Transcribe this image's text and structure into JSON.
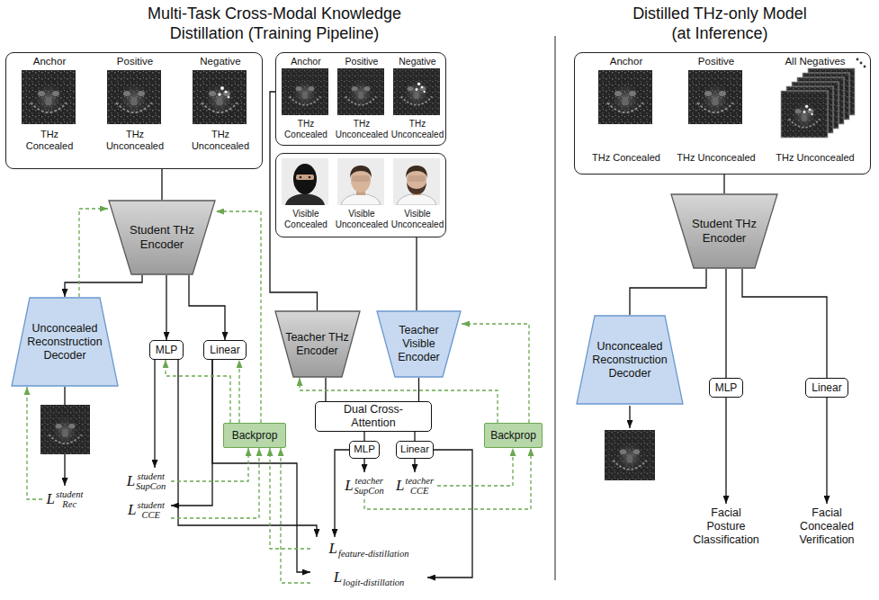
{
  "diagram": {
    "title": "Multi-Task Cross-Modal Knowledge Distillation (Training Pipeline)",
    "nodes": [
      {
        "text": [
          "Anchor",
          "Positive",
          "Negative",
          "THz Concealed",
          "THz Unconcealed",
          "THz Unconcealed"
        ]
      },
      {
        "text": [
          "Anchor",
          "Positive",
          "Negative",
          "THz Concealed",
          "THz Unconcealed",
          "THz Unconcealed"
        ]
      },
      {
        "text": [
          "Visible Concealed",
          "Visible Unconcealed",
          "Visible Unconcealed"
        ]
      },
      {
        "text": [
          "Student THz Encoder"
        ]
      },
      {
        "text": [
          "Unconcealed Reconstruction Decoder"
        ]
      },
      {
        "text": [
          "MLP"
        ]
      },
      {
        "text": [
          "Linear"
        ]
      },
      {
        "text": [
          "Teacher THz Encoder"
        ]
      },
      {
        "text": [
          "Teacher Visible Encoder"
        ]
      },
      {
        "text": [
          "Dual Cross-Attention"
        ]
      },
      {
        "text": [
          "MLP"
        ]
      },
      {
        "text": [
          "Linear"
        ]
      },
      {
        "text": [
          "Backprop"
        ]
      },
      {
        "text": [
          "Backprop"
        ]
      },
      {
        "text": [
          "L",
          "student",
          "Rec"
        ]
      },
      {
        "text": [
          "L",
          "student",
          "SupCon"
        ]
      },
      {
        "text": [
          "L",
          "student",
          "CCE"
        ]
      },
      {
        "text": [
          "L",
          "teacher",
          "SupCon"
        ]
      },
      {
        "text": [
          "L",
          "teacher",
          "CCE"
        ]
      },
      {
        "text": [
          "L",
          "feature-distillation"
        ]
      },
      {
        "text": [
          "L",
          "logit-distillation"
        ]
      },
      {
        "text": [
          "Anchor",
          "Positive",
          "All Negatives",
          "THz Concealed",
          "THz Unconcealed",
          "THz Unconcealed"
        ]
      },
      {
        "text": [
          "Student THz Encoder"
        ]
      },
      {
        "text": [
          "Unconcealed Reconstruction Decoder"
        ]
      },
      {
        "text": [
          "MLP"
        ]
      },
      {
        "text": [
          "Linear"
        ]
      },
      {
        "text": [
          "Facial Posture Classification"
        ]
      },
      {
        "text": [
          "Facial Concealed Verification"
        ]
      }
    ],
    "edges": [
      {
        "from": 0,
        "to": 3,
        "arrow": "none"
      },
      {
        "from": 1,
        "to": 7,
        "arrow": "none"
      },
      {
        "from": 2,
        "to": 8,
        "arrow": "none"
      },
      {
        "from": 3,
        "to": 4,
        "arrow": "to"
      },
      {
        "from": 3,
        "to": 5,
        "arrow": "to"
      },
      {
        "from": 3,
        "to": 6,
        "arrow": "to"
      },
      {
        "from": 4,
        "to": 14,
        "arrow": "to"
      },
      {
        "from": 5,
        "to": 15,
        "arrow": "to"
      },
      {
        "from": 5,
        "to": 19,
        "arrow": "to"
      },
      {
        "from": 6,
        "to": 16,
        "arrow": "to"
      },
      {
        "from": 6,
        "to": 20,
        "arrow": "to"
      },
      {
        "from": 7,
        "to": 9,
        "arrow": "none"
      },
      {
        "from": 8,
        "to": 9,
        "arrow": "none"
      },
      {
        "from": 9,
        "to": 10,
        "arrow": "none"
      },
      {
        "from": 9,
        "to": 11,
        "arrow": "none"
      },
      {
        "from": 10,
        "to": 17,
        "arrow": "to"
      },
      {
        "from": 10,
        "to": 19,
        "arrow": "to"
      },
      {
        "from": 11,
        "to": 18,
        "arrow": "to"
      },
      {
        "from": 11,
        "to": 20,
        "arrow": "to"
      },
      {
        "from": 14,
        "to": 4,
        "arrow": "to"
      },
      {
        "from": 4,
        "to": 3,
        "arrow": "to"
      },
      {
        "from": 15,
        "to": 12,
        "arrow": "to"
      },
      {
        "from": 16,
        "to": 12,
        "arrow": "to"
      },
      {
        "from": 19,
        "to": 12,
        "arrow": "to"
      },
      {
        "from": 20,
        "to": 12,
        "arrow": "to"
      },
      {
        "from": 12,
        "to": 3,
        "arrow": "to"
      },
      {
        "from": 12,
        "to": 5,
        "arrow": "to"
      },
      {
        "from": 12,
        "to": 6,
        "arrow": "to"
      },
      {
        "from": 17,
        "to": 13,
        "arrow": "to"
      },
      {
        "from": 18,
        "to": 13,
        "arrow": "to"
      },
      {
        "from": 13,
        "to": 7,
        "arrow": "to"
      },
      {
        "from": 13,
        "to": 8,
        "arrow": "to"
      },
      {
        "from": 21,
        "to": 22,
        "arrow": "none"
      },
      {
        "from": 22,
        "to": 23,
        "arrow": "none"
      },
      {
        "from": 22,
        "to": 24,
        "arrow": "none"
      },
      {
        "from": 22,
        "to": 25,
        "arrow": "none"
      },
      {
        "from": 24,
        "to": 26,
        "arrow": "to"
      },
      {
        "from": 25,
        "to": 27,
        "arrow": "to"
      }
    ],
    "labels": [
      "Distilled THz-only Model (at Inference)"
    ]
  }
}
